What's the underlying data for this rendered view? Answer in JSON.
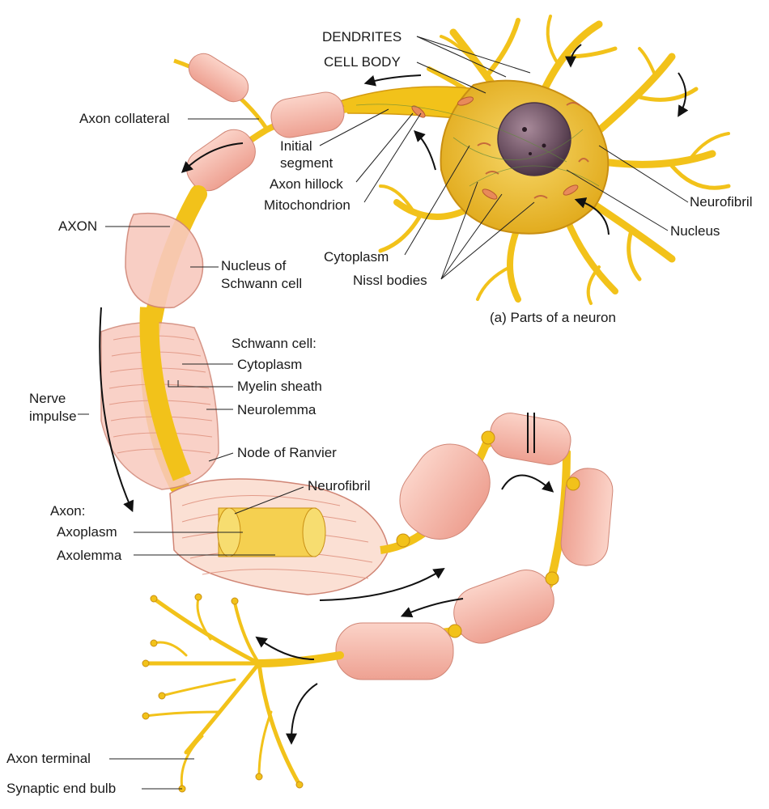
{
  "labels": {
    "dendrites": "DENDRITES",
    "cell_body": "CELL BODY",
    "axon_collateral": "Axon collateral",
    "initial_segment_1": "Initial",
    "initial_segment_2": "segment",
    "axon_hillock": "Axon hillock",
    "mitochondrion": "Mitochondrion",
    "neurofibril_top": "Neurofibril",
    "nucleus": "Nucleus",
    "axon": "AXON",
    "cytoplasm_top": "Cytoplasm",
    "nissl_bodies": "Nissl bodies",
    "nucleus_schwann_1": "Nucleus of",
    "nucleus_schwann_2": "Schwann cell",
    "caption": "(a) Parts of a neuron",
    "schwann_cell": "Schwann cell:",
    "schwann_cytoplasm": "Cytoplasm",
    "myelin_sheath": "Myelin sheath",
    "neurolemma": "Neurolemma",
    "nerve_impulse_1": "Nerve",
    "nerve_impulse_2": "impulse",
    "node_of_ranvier": "Node of Ranvier",
    "neurofibril_mid": "Neurofibril",
    "axon_colon": "Axon:",
    "axoplasm": "Axoplasm",
    "axolemma": "Axolemma",
    "axon_terminal": "Axon terminal",
    "synaptic_end_bulb": "Synaptic end bulb"
  },
  "colors": {
    "axon_yellow": "#f5c518",
    "myelin_pink": "#f4b4a8",
    "cell_body": "#e8c030",
    "nucleus": "#7a6070"
  }
}
